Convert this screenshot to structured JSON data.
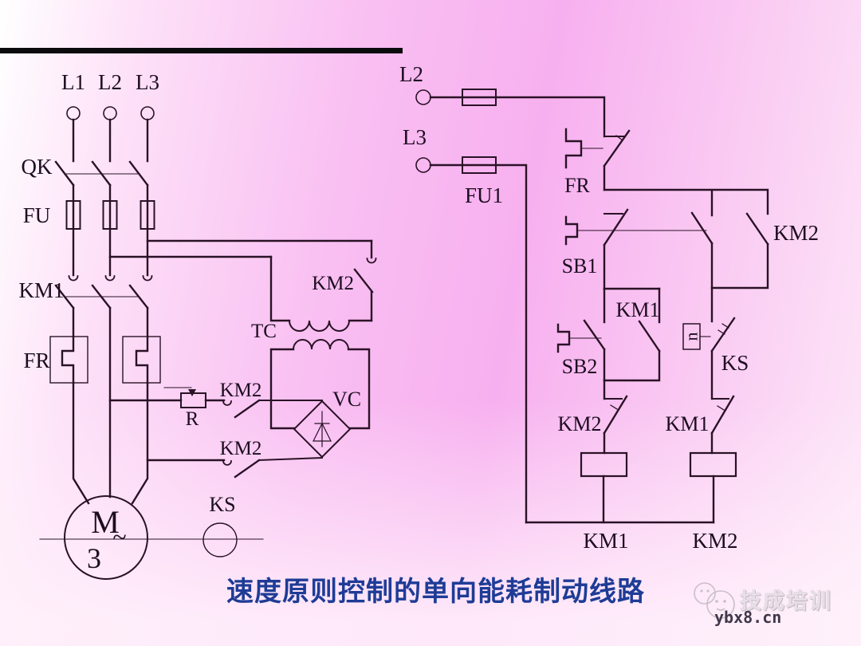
{
  "title": "速度原则控制的单向能耗制动线路",
  "colors": {
    "line": "#2a1226",
    "title_blue": "#1e3c96",
    "bg_pink": "#f7b0ef",
    "topbar": "#0b0b0d"
  },
  "main_circuit": {
    "phase_l1": "L1",
    "phase_l2": "L2",
    "phase_l3": "L3",
    "knife_switch": "QK",
    "fuse": "FU",
    "contactor_main": "KM1",
    "thermal_relay": "FR",
    "resistor": "R",
    "brake_contact_upper": "KM2",
    "brake_contact_lower": "KM2",
    "transformer_contact": "KM2",
    "transformer": "TC",
    "rectifier": "VC",
    "speed_relay": "KS",
    "motor_letter": "M",
    "motor_phase_count": "3",
    "motor_ac_mark": "~"
  },
  "control_circuit": {
    "phase_l2": "L2",
    "phase_l3": "L3",
    "fuse": "FU1",
    "thermal_contact": "FR",
    "stop_button": "SB1",
    "km2_no_contact": "KM2",
    "start_button": "SB2",
    "selfhold_contact": "KM1",
    "speed_signal": "n",
    "speed_contact": "KS",
    "interlock_km2": "KM2",
    "interlock_km1": "KM1",
    "coil_km1": "KM1",
    "coil_km2": "KM2"
  },
  "watermark": {
    "brand": "技成培训",
    "site": "ybx8.cn"
  }
}
